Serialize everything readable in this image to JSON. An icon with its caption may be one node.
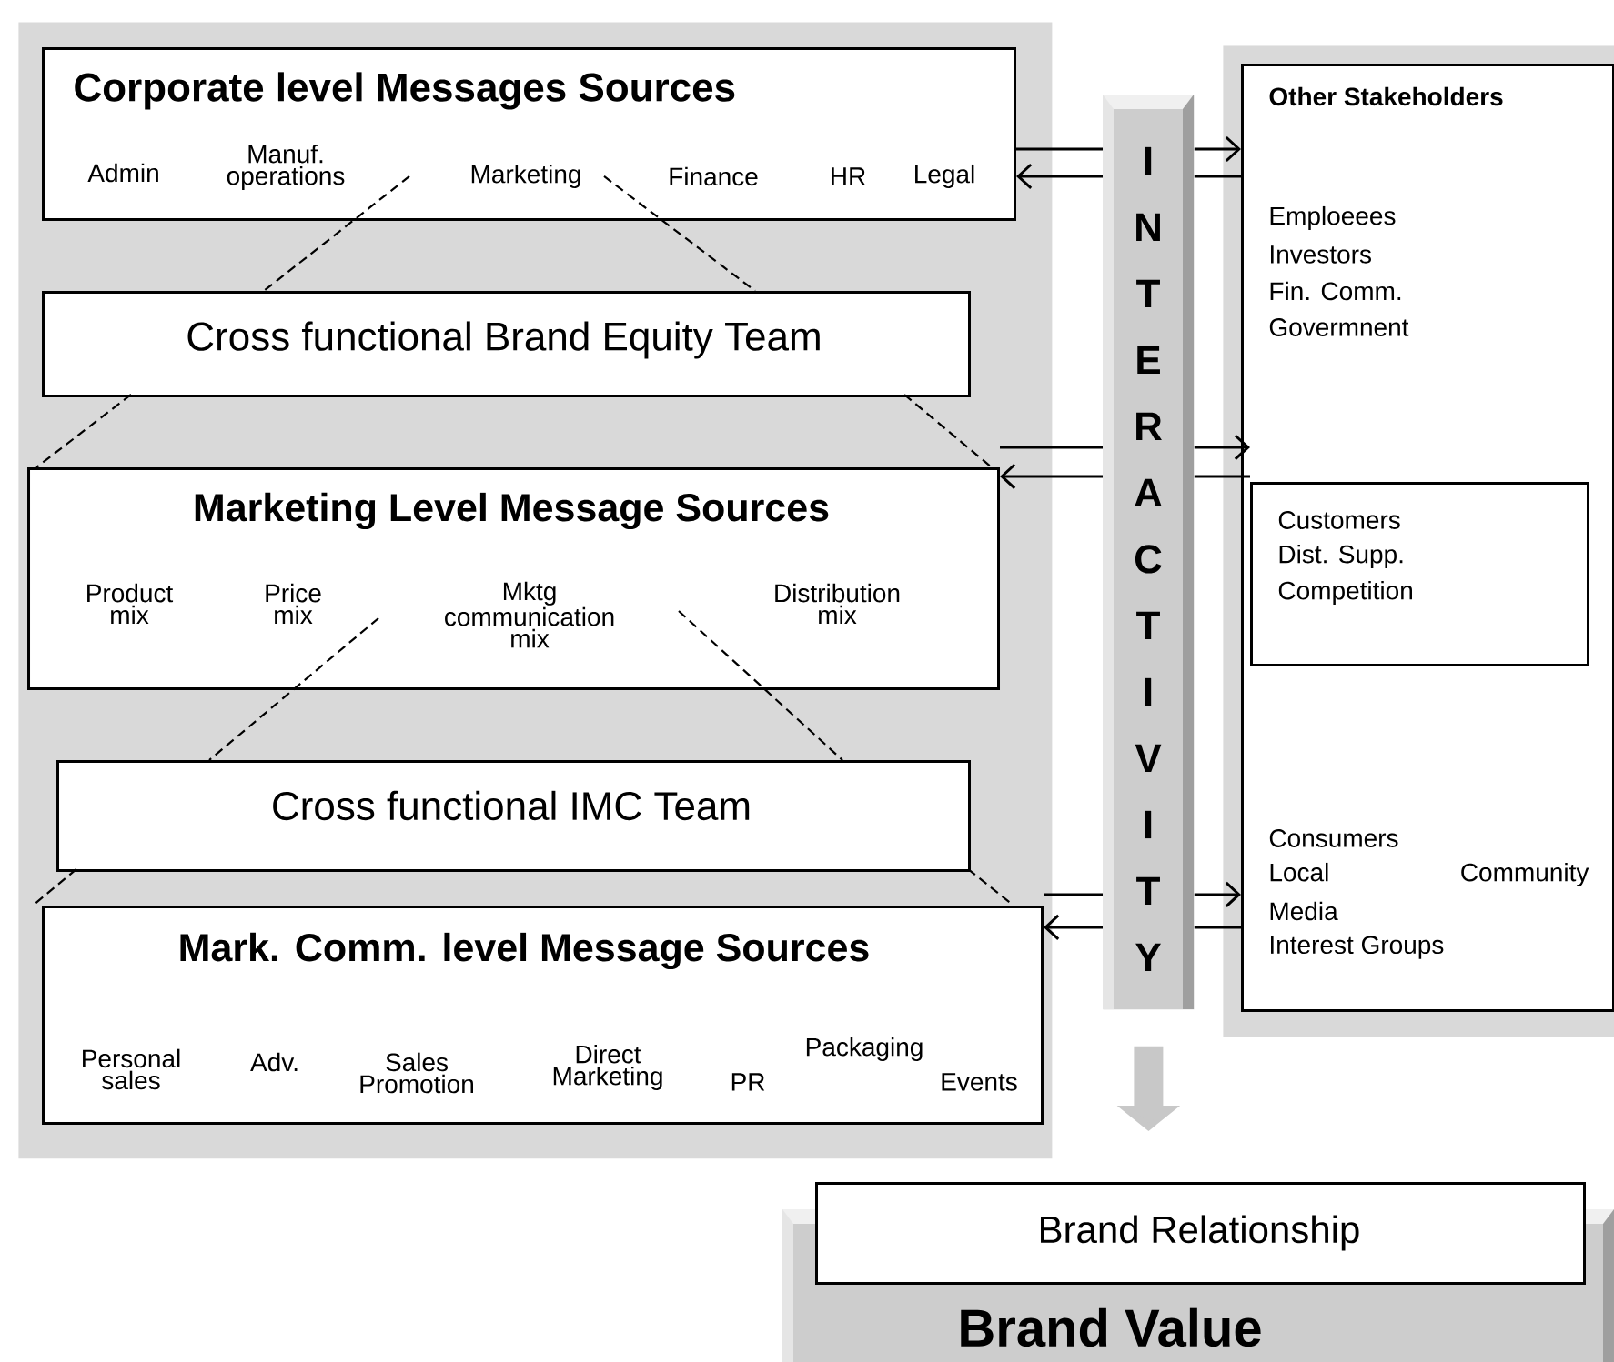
{
  "diagram": {
    "nodes": [
      {
        "text": [],
        "shape": "box"
      },
      {
        "text": [
          "Corporate level Messages Sources",
          "Admin",
          "Manuf. operations",
          "Marketing",
          "Finance",
          "HR",
          "Legal"
        ],
        "in": 0
      },
      {
        "text": [
          "Cross functional Brand Equity Team"
        ],
        "in": 0
      },
      {
        "text": [
          "Marketing Level Message Sources",
          "Product mix",
          "Price mix",
          "Mktg communication mix",
          "Distribution mix"
        ],
        "in": 0
      },
      {
        "text": [
          "Cross functional IMC Team"
        ],
        "in": 0
      },
      {
        "text": [
          "Mark. Comm. level Message Sources",
          "Personal sales",
          "Adv.",
          "Sales Promotion",
          "Direct Marketing",
          "PR",
          "Packaging",
          "Events"
        ],
        "in": 0
      },
      {
        "text": [
          "INTERACTIVITY"
        ]
      },
      {
        "text": [],
        "shape": "box"
      },
      {
        "text": [
          "Other Stakeholders",
          "Emploeees",
          "Investors",
          "Fin. Comm.",
          "Govermnent",
          "Consumers",
          "Local Community",
          "Media",
          "Interest Groups"
        ],
        "in": 7
      },
      {
        "text": [
          "Customers",
          "Dist. Supp.",
          "Competition"
        ],
        "in": 8
      },
      {
        "text": [
          "Brand Relationship"
        ]
      },
      {
        "text": [
          "Brand Value"
        ]
      }
    ],
    "edges": [
      {
        "from": 1,
        "to": 2,
        "arrow": "none",
        "style": "dashed"
      },
      {
        "from": 1,
        "to": 2,
        "arrow": "none",
        "style": "dashed"
      },
      {
        "from": 2,
        "to": 3,
        "arrow": "none",
        "style": "dashed"
      },
      {
        "from": 2,
        "to": 3,
        "arrow": "none",
        "style": "dashed"
      },
      {
        "from": 3,
        "to": 4,
        "arrow": "none",
        "style": "dashed"
      },
      {
        "from": 3,
        "to": 4,
        "arrow": "none",
        "style": "dashed"
      },
      {
        "from": 4,
        "to": 5,
        "arrow": "none",
        "style": "dashed"
      },
      {
        "from": 4,
        "to": 5,
        "arrow": "none",
        "style": "dashed"
      },
      {
        "from": 1,
        "to": 6,
        "arrow": "none"
      },
      {
        "from": 6,
        "to": 8,
        "arrow": "to"
      },
      {
        "from": 6,
        "to": 1,
        "arrow": "to"
      },
      {
        "from": 8,
        "to": 6,
        "arrow": "none"
      },
      {
        "from": 3,
        "to": 6,
        "arrow": "none"
      },
      {
        "from": 6,
        "to": 9,
        "arrow": "to"
      },
      {
        "from": 6,
        "to": 3,
        "arrow": "to"
      },
      {
        "from": 9,
        "to": 6,
        "arrow": "none"
      },
      {
        "from": 5,
        "to": 6,
        "arrow": "none"
      },
      {
        "from": 6,
        "to": 8,
        "arrow": "to"
      },
      {
        "from": 6,
        "to": 5,
        "arrow": "to"
      },
      {
        "from": 8,
        "to": 6,
        "arrow": "none"
      },
      {
        "from": 6,
        "to": 10,
        "arrow": "to",
        "style": "thick",
        "color": "#c8c8c8"
      }
    ]
  }
}
